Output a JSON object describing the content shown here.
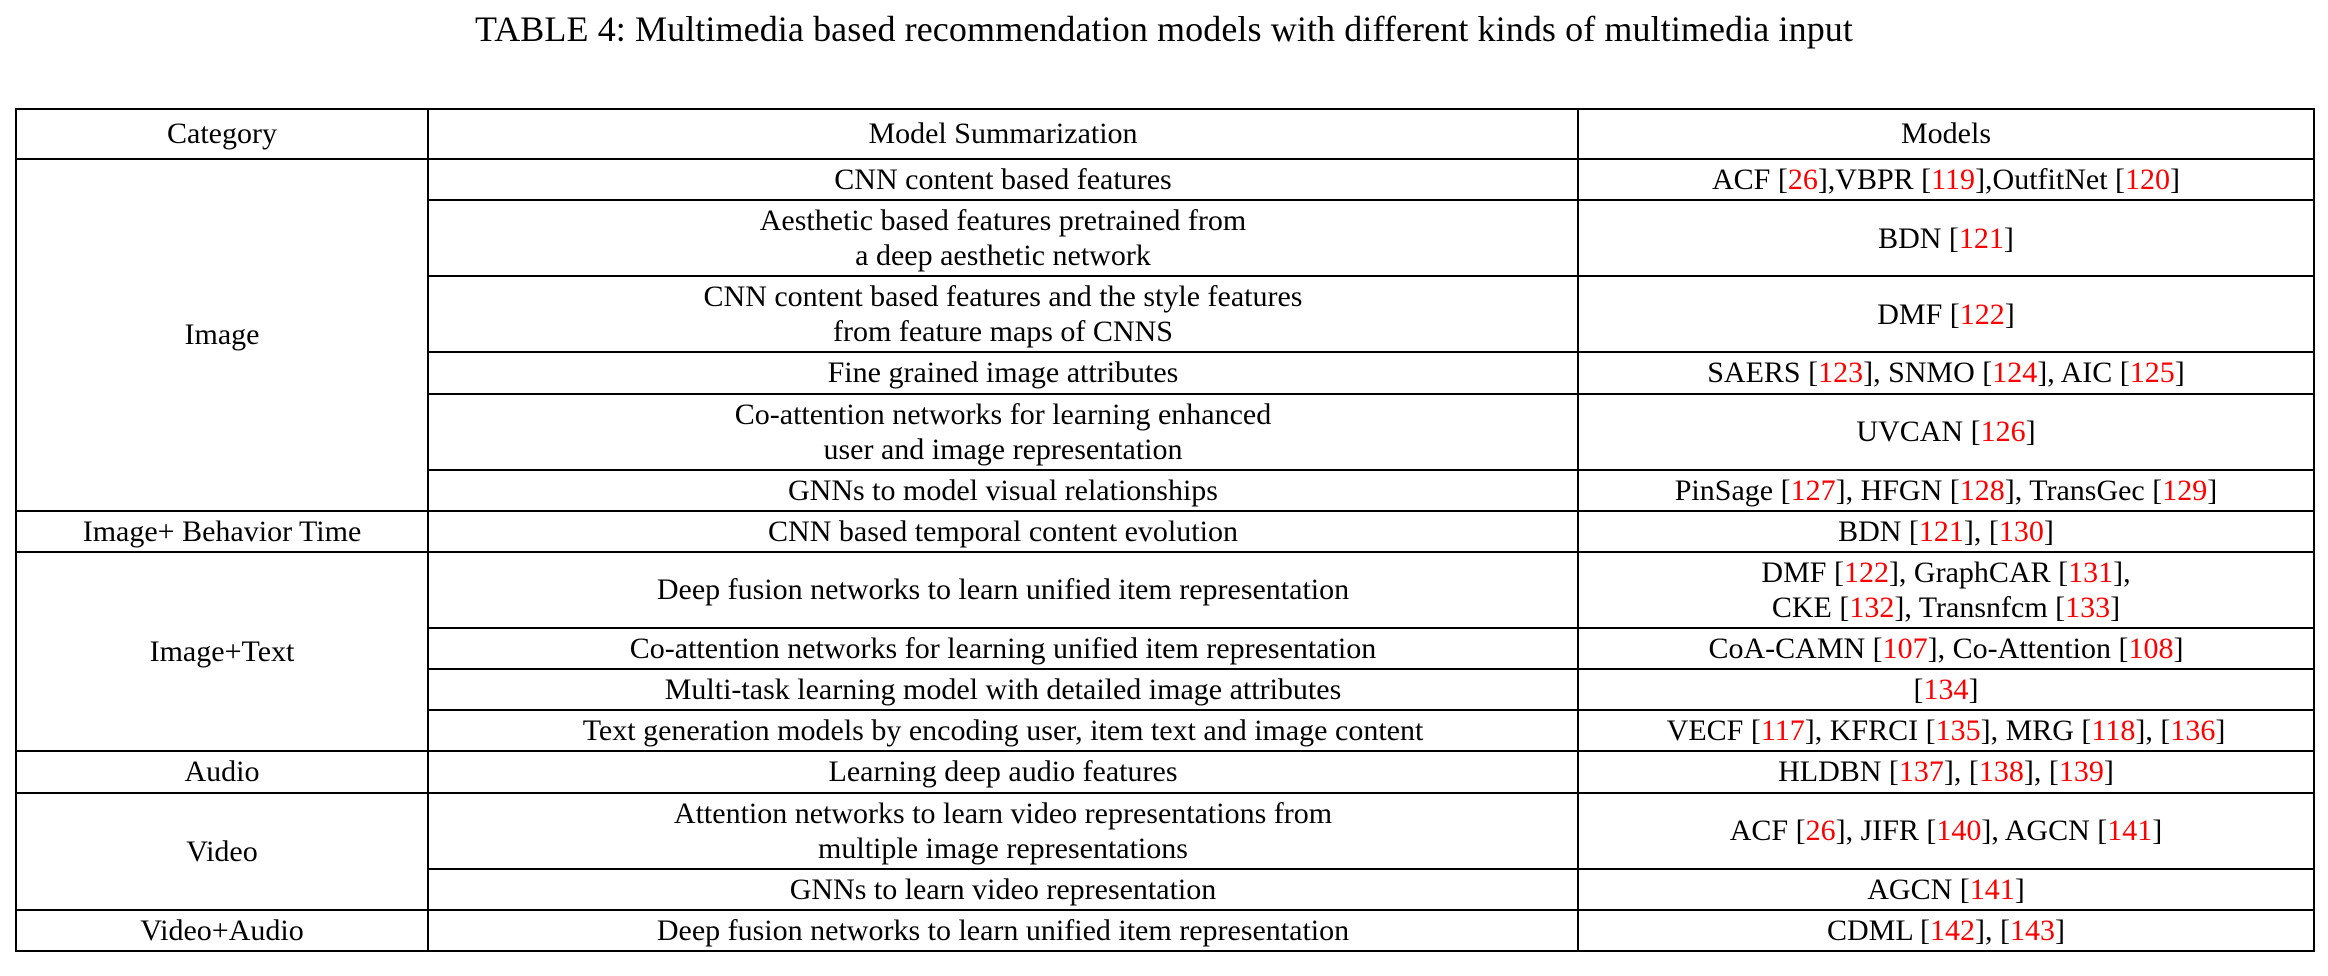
{
  "caption": "TABLE 4: Multimedia based recommendation models with different kinds of multimedia input",
  "colors": {
    "reference": "#FF0000",
    "text": "#000000",
    "border": "#000000",
    "background": "#FFFFFF"
  },
  "table": {
    "headers": [
      "Category",
      "Model Summarization",
      "Models"
    ],
    "groups": [
      {
        "category": "Image",
        "rows": [
          {
            "summary": "CNN content based features",
            "models_plain": "ACF [26],VBPR [119],OutfitNet [120]",
            "models_parts": [
              {
                "t": "ACF [",
                "r": false
              },
              {
                "t": "26",
                "r": true
              },
              {
                "t": "],VBPR [",
                "r": false
              },
              {
                "t": "119",
                "r": true
              },
              {
                "t": "],OutfitNet [",
                "r": false
              },
              {
                "t": "120",
                "r": true
              },
              {
                "t": "]",
                "r": false
              }
            ]
          },
          {
            "summary": "Aesthetic based features pretrained from\na deep aesthetic network",
            "models_plain": "BDN [121]",
            "models_parts": [
              {
                "t": "BDN [",
                "r": false
              },
              {
                "t": "121",
                "r": true
              },
              {
                "t": "]",
                "r": false
              }
            ]
          },
          {
            "summary": "CNN content based features and the style features\nfrom feature maps of CNNS",
            "models_plain": "DMF [122]",
            "models_parts": [
              {
                "t": "DMF [",
                "r": false
              },
              {
                "t": "122",
                "r": true
              },
              {
                "t": "]",
                "r": false
              }
            ]
          },
          {
            "summary": "Fine grained image attributes",
            "models_plain": "SAERS [123], SNMO [124], AIC [125]",
            "models_parts": [
              {
                "t": "SAERS [",
                "r": false
              },
              {
                "t": "123",
                "r": true
              },
              {
                "t": "], SNMO [",
                "r": false
              },
              {
                "t": "124",
                "r": true
              },
              {
                "t": "], AIC [",
                "r": false
              },
              {
                "t": "125",
                "r": true
              },
              {
                "t": "]",
                "r": false
              }
            ]
          },
          {
            "summary": "Co-attention networks for learning enhanced\nuser and image representation",
            "models_plain": "UVCAN [126]",
            "models_parts": [
              {
                "t": "UVCAN [",
                "r": false
              },
              {
                "t": "126",
                "r": true
              },
              {
                "t": "]",
                "r": false
              }
            ]
          },
          {
            "summary": "GNNs to model visual relationships",
            "models_plain": "PinSage [127], HFGN [128], TransGec [129]",
            "models_parts": [
              {
                "t": "PinSage [",
                "r": false
              },
              {
                "t": "127",
                "r": true
              },
              {
                "t": "], HFGN [",
                "r": false
              },
              {
                "t": "128",
                "r": true
              },
              {
                "t": "], TransGec [",
                "r": false
              },
              {
                "t": "129",
                "r": true
              },
              {
                "t": "]",
                "r": false
              }
            ]
          }
        ]
      },
      {
        "category": "Image+ Behavior Time",
        "rows": [
          {
            "summary": "CNN based temporal content evolution",
            "models_plain": "BDN [121], [130]",
            "models_parts": [
              {
                "t": "BDN [",
                "r": false
              },
              {
                "t": "121",
                "r": true
              },
              {
                "t": "], [",
                "r": false
              },
              {
                "t": "130",
                "r": true
              },
              {
                "t": "]",
                "r": false
              }
            ]
          }
        ]
      },
      {
        "category": "Image+Text",
        "rows": [
          {
            "summary": "Deep fusion networks to learn unified item representation",
            "models_plain": "DMF [122], GraphCAR [131],\nCKE [132], Transnfcm [133]",
            "models_parts": [
              {
                "t": "DMF [",
                "r": false
              },
              {
                "t": "122",
                "r": true
              },
              {
                "t": "], GraphCAR [",
                "r": false
              },
              {
                "t": "131",
                "r": true
              },
              {
                "t": "],",
                "r": false
              },
              {
                "t": "\n",
                "r": false
              },
              {
                "t": "CKE [",
                "r": false
              },
              {
                "t": "132",
                "r": true
              },
              {
                "t": "], Transnfcm [",
                "r": false
              },
              {
                "t": "133",
                "r": true
              },
              {
                "t": "]",
                "r": false
              }
            ]
          },
          {
            "summary": "Co-attention networks for learning unified item representation",
            "models_plain": "CoA-CAMN [107], Co-Attention [108]",
            "models_parts": [
              {
                "t": "CoA-CAMN [",
                "r": false
              },
              {
                "t": "107",
                "r": true
              },
              {
                "t": "], Co-Attention [",
                "r": false
              },
              {
                "t": "108",
                "r": true
              },
              {
                "t": "]",
                "r": false
              }
            ]
          },
          {
            "summary": "Multi-task learning model with detailed image attributes",
            "models_plain": "[134]",
            "models_parts": [
              {
                "t": "[",
                "r": false
              },
              {
                "t": "134",
                "r": true
              },
              {
                "t": "]",
                "r": false
              }
            ]
          },
          {
            "summary": "Text generation models by encoding user, item text and image content",
            "models_plain": "VECF [117], KFRCI [135], MRG [118], [136]",
            "models_parts": [
              {
                "t": "VECF [",
                "r": false
              },
              {
                "t": "117",
                "r": true
              },
              {
                "t": "], KFRCI [",
                "r": false
              },
              {
                "t": "135",
                "r": true
              },
              {
                "t": "], MRG [",
                "r": false
              },
              {
                "t": "118",
                "r": true
              },
              {
                "t": "], [",
                "r": false
              },
              {
                "t": "136",
                "r": true
              },
              {
                "t": "]",
                "r": false
              }
            ]
          }
        ]
      },
      {
        "category": "Audio",
        "rows": [
          {
            "summary": "Learning deep audio features",
            "models_plain": "HLDBN [137], [138], [139]",
            "models_parts": [
              {
                "t": "HLDBN [",
                "r": false
              },
              {
                "t": "137",
                "r": true
              },
              {
                "t": "], [",
                "r": false
              },
              {
                "t": "138",
                "r": true
              },
              {
                "t": "], [",
                "r": false
              },
              {
                "t": "139",
                "r": true
              },
              {
                "t": "]",
                "r": false
              }
            ]
          }
        ]
      },
      {
        "category": "Video",
        "rows": [
          {
            "summary": "Attention networks to learn video representations from\nmultiple image representations",
            "models_plain": "ACF [26], JIFR [140], AGCN [141]",
            "models_parts": [
              {
                "t": "ACF [",
                "r": false
              },
              {
                "t": "26",
                "r": true
              },
              {
                "t": "], JIFR [",
                "r": false
              },
              {
                "t": "140",
                "r": true
              },
              {
                "t": "], AGCN [",
                "r": false
              },
              {
                "t": "141",
                "r": true
              },
              {
                "t": "]",
                "r": false
              }
            ]
          },
          {
            "summary": "GNNs to learn video representation",
            "models_plain": "AGCN [141]",
            "models_parts": [
              {
                "t": "AGCN [",
                "r": false
              },
              {
                "t": "141",
                "r": true
              },
              {
                "t": "]",
                "r": false
              }
            ]
          }
        ]
      },
      {
        "category": "Video+Audio",
        "rows": [
          {
            "summary": "Deep fusion networks to learn unified item representation",
            "models_plain": "CDML [142], [143]",
            "models_parts": [
              {
                "t": "CDML [",
                "r": false
              },
              {
                "t": "142",
                "r": true
              },
              {
                "t": "], [",
                "r": false
              },
              {
                "t": "143",
                "r": true
              },
              {
                "t": "]",
                "r": false
              }
            ]
          }
        ]
      }
    ]
  }
}
